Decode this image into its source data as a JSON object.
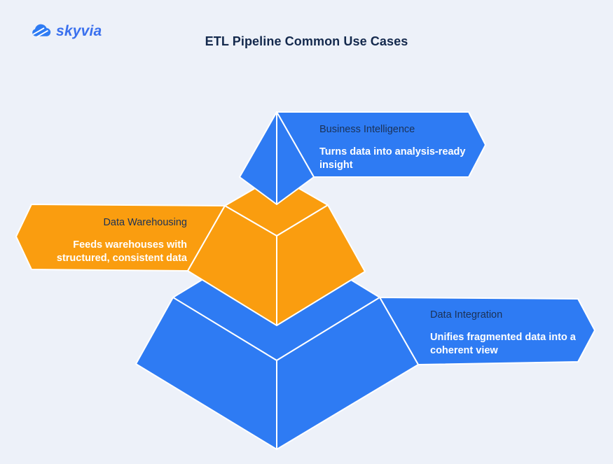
{
  "page": {
    "background_color": "#edf1f9",
    "title": "ETL Pipeline Common Use Cases",
    "title_color": "#14294d"
  },
  "logo": {
    "text": "skyvia",
    "text_color": "#3a70ee",
    "cloud_icon": "cloud-with-slashes",
    "cloud_color": "#2e7bf3"
  },
  "colors": {
    "blue": "#2e7bf3",
    "orange": "#fa9d0f",
    "edge_white": "#ffffff",
    "banner_title_text": "#1b3156",
    "banner_desc_text": "#ffffff"
  },
  "pyramid": {
    "type": "3-tier-exploded-pyramid",
    "tiers": [
      {
        "position": "top",
        "name": "Business Intelligence",
        "desc": "Turns data into analysis-ready\ninsight",
        "color": "#2e7bf3",
        "banner_direction": "right"
      },
      {
        "position": "middle",
        "name": "Data Warehousing",
        "desc": "Feeds warehouses with\nstructured, consistent data",
        "color": "#fa9d0f",
        "banner_direction": "left"
      },
      {
        "position": "bottom",
        "name": "Data Integration",
        "desc": "Unifies fragmented data into a\ncoherent view",
        "color": "#2e7bf3",
        "banner_direction": "right"
      }
    ]
  }
}
